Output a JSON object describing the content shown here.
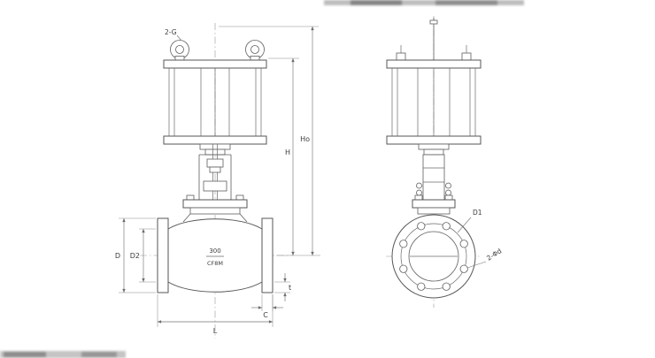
{
  "drawing": {
    "labels": {
      "eyebolt_thread": "2-G",
      "height_h": "H",
      "height_ho": "Ho",
      "flange_od": "D",
      "bolt_circle_front": "D2",
      "length": "L",
      "flange_thickness": "C",
      "raised_face": "t",
      "bolt_circle_side": "D1",
      "bolt_holes": "2-Φd"
    },
    "body_markings": {
      "size": "300",
      "material": "CF8M"
    },
    "colors": {
      "line": "#565656",
      "dimension": "#757575",
      "background": "#ffffff"
    }
  }
}
